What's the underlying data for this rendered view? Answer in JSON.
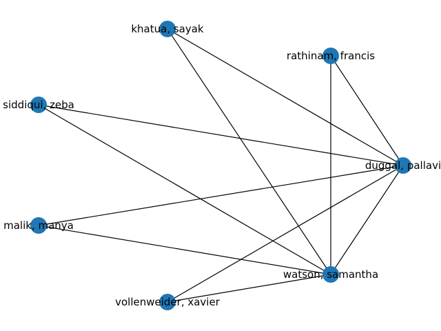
{
  "graph": {
    "node_color": "#1f77b4",
    "edge_color": "#000000",
    "nodes": [
      {
        "id": "khatua",
        "label": "khatua, sayak"
      },
      {
        "id": "rathinam",
        "label": "rathinam, francis"
      },
      {
        "id": "siddiqui",
        "label": "siddiqui, zeba"
      },
      {
        "id": "duggal",
        "label": "duggal, pallavi"
      },
      {
        "id": "malik",
        "label": "malik, manya"
      },
      {
        "id": "watson",
        "label": "watson, samantha"
      },
      {
        "id": "vollenweider",
        "label": "vollenweider, xavier"
      }
    ],
    "edges": [
      [
        "khatua",
        "duggal"
      ],
      [
        "khatua",
        "watson"
      ],
      [
        "rathinam",
        "duggal"
      ],
      [
        "rathinam",
        "watson"
      ],
      [
        "siddiqui",
        "duggal"
      ],
      [
        "siddiqui",
        "watson"
      ],
      [
        "malik",
        "duggal"
      ],
      [
        "malik",
        "watson"
      ],
      [
        "vollenweider",
        "duggal"
      ],
      [
        "vollenweider",
        "watson"
      ],
      [
        "duggal",
        "watson"
      ]
    ]
  }
}
